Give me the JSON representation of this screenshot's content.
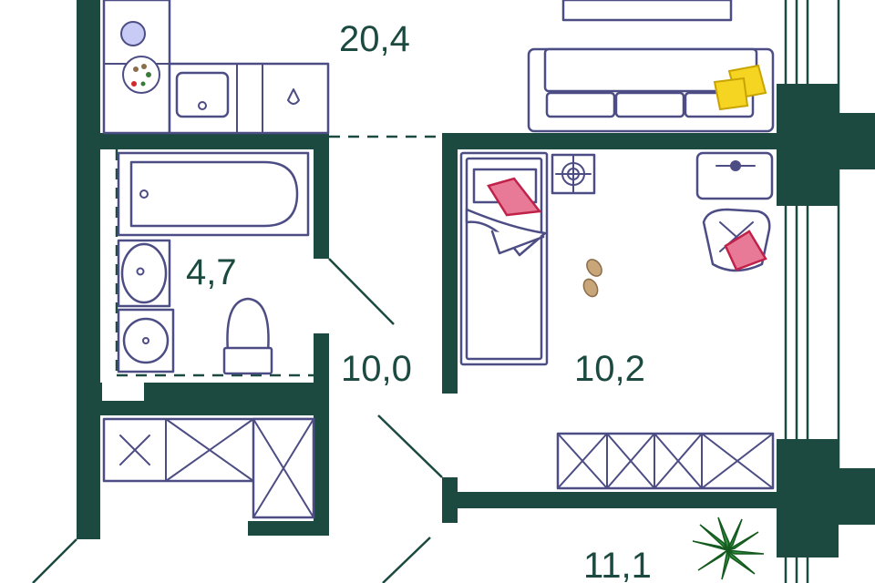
{
  "rooms": {
    "kitchen_living": {
      "area": "20,4"
    },
    "bathroom": {
      "area": "4,7"
    },
    "hallway": {
      "area": "10,0"
    },
    "bedroom": {
      "area": "10,2"
    },
    "room_bottom": {
      "area": "11,1"
    }
  },
  "colors": {
    "wall": "#1c4a40",
    "furniture_stroke": "#4d4d85",
    "furniture_fill": "#ffffff",
    "pillow_yellow": "#f5d422",
    "pillow_pink": "#e87a98",
    "plant_green": "#2e8b3a",
    "slippers": "#c9a57a"
  },
  "icons": [
    "bathtub-icon",
    "sink-icon",
    "toilet-icon",
    "washing-machine-icon",
    "stove-icon",
    "kitchen-sink-icon",
    "sofa-icon",
    "bed-icon",
    "armchair-icon",
    "desk-icon",
    "wardrobe-icon",
    "plant-icon",
    "slippers-icon",
    "pillow-icon"
  ]
}
